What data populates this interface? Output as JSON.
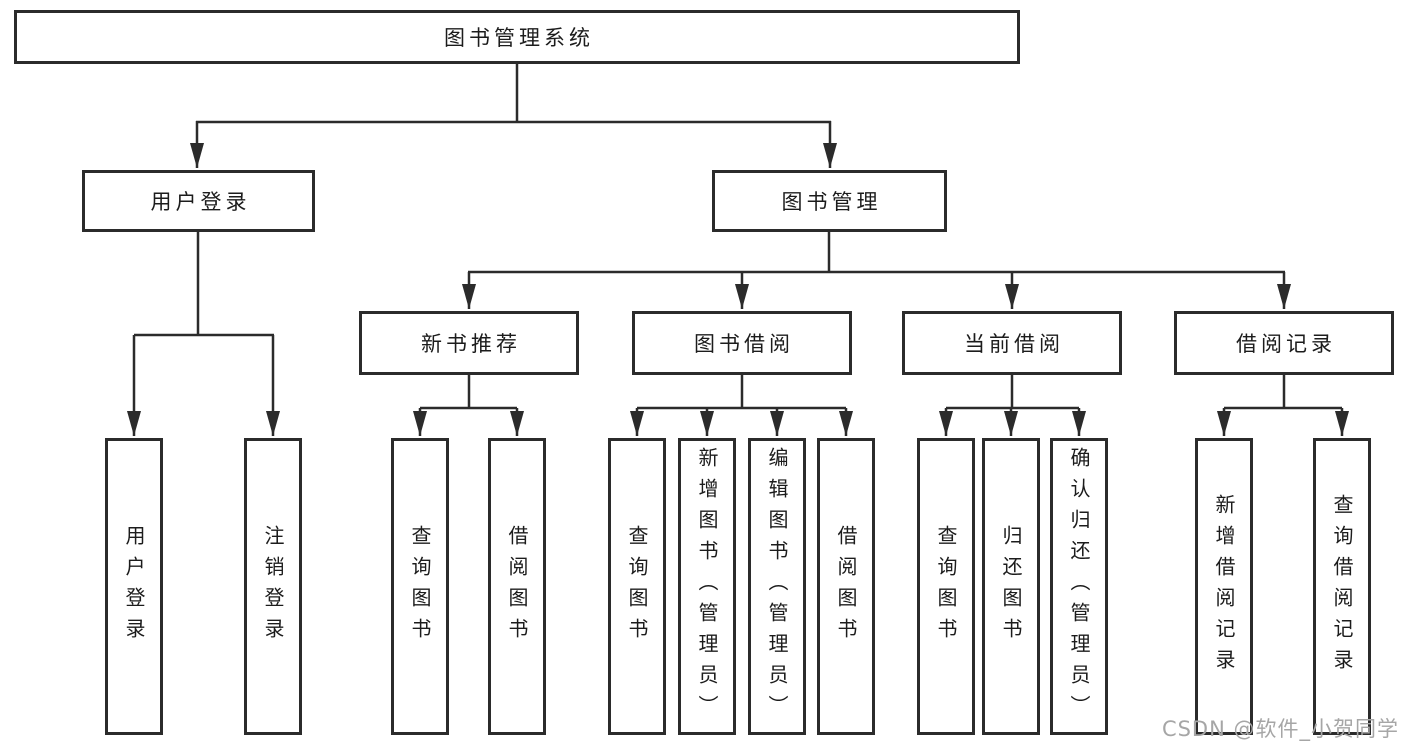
{
  "watermark": "CSDN @软件_小贺同学",
  "colors": {
    "line": "#2b2b2b",
    "node_border": "#2b2b2b",
    "text": "#1c1c1c",
    "watermark": "#a6a6a6",
    "background": "#ffffff"
  },
  "tree": {
    "label": "图书管理系统",
    "children": [
      {
        "label": "用户登录",
        "children": [
          {
            "label": "用户登录"
          },
          {
            "label": "注销登录"
          }
        ]
      },
      {
        "label": "图书管理",
        "children": [
          {
            "label": "新书推荐",
            "children": [
              {
                "label": "查询图书"
              },
              {
                "label": "借阅图书"
              }
            ]
          },
          {
            "label": "图书借阅",
            "children": [
              {
                "label": "查询图书"
              },
              {
                "label": "新增图书（管理员）"
              },
              {
                "label": "编辑图书（管理员）"
              },
              {
                "label": "借阅图书"
              }
            ]
          },
          {
            "label": "当前借阅",
            "children": [
              {
                "label": "查询图书"
              },
              {
                "label": "归还图书"
              },
              {
                "label": "确认归还（管理员）"
              }
            ]
          },
          {
            "label": "借阅记录",
            "children": [
              {
                "label": "新增借阅记录"
              },
              {
                "label": "查询借阅记录"
              }
            ]
          }
        ]
      }
    ]
  }
}
